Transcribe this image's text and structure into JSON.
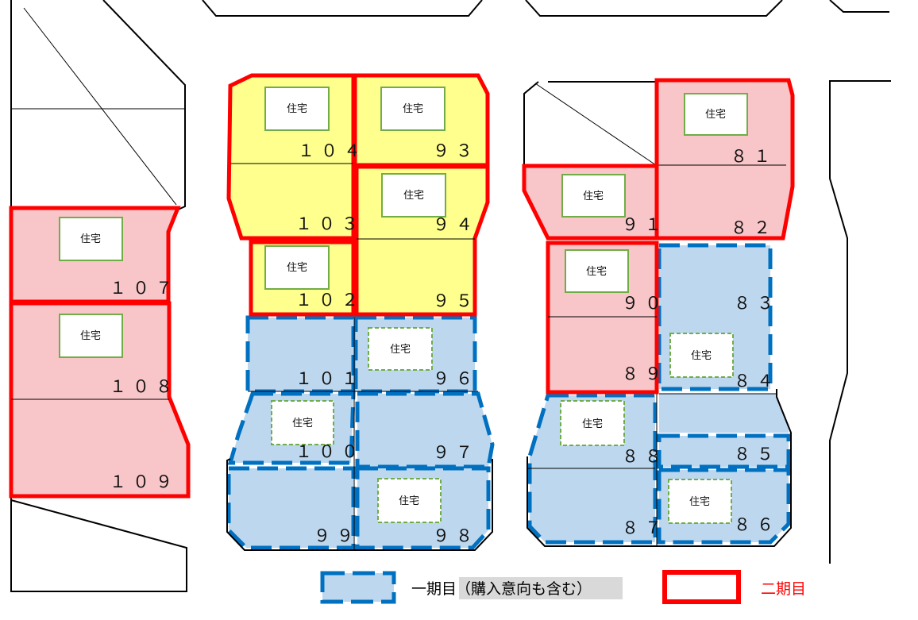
{
  "colors": {
    "phase1_fill": "#bdd7ee",
    "phase1_border": "#0070c0",
    "phase2_fill": "#f8c5c8",
    "phase2_border": "#ff0000",
    "existing_fill": "#ffff8d",
    "existing_border": "#ff0000",
    "house_border": "#70ad47",
    "house_border_dashed": "#70ad47"
  },
  "house_label": "住宅",
  "lots": {
    "104": "１０４",
    "103": "１０３",
    "102": "１０２",
    "101": "１０１",
    "100": "１００",
    "99": "９９",
    "93": "９３",
    "94": "９４",
    "95": "９５",
    "96": "９６",
    "97": "９７",
    "98": "９８",
    "107": "１０７",
    "108": "１０８",
    "109": "１０９",
    "81": "８１",
    "82": "８２",
    "83": "８３",
    "84": "８４",
    "85": "８５",
    "86": "８６",
    "87": "８７",
    "88": "８８",
    "89": "８９",
    "90": "９０",
    "91": "９１"
  },
  "legend": {
    "phase1_label": "一期目",
    "phase1_note": "（購入意向も含む）",
    "phase2_label": "二期目"
  }
}
